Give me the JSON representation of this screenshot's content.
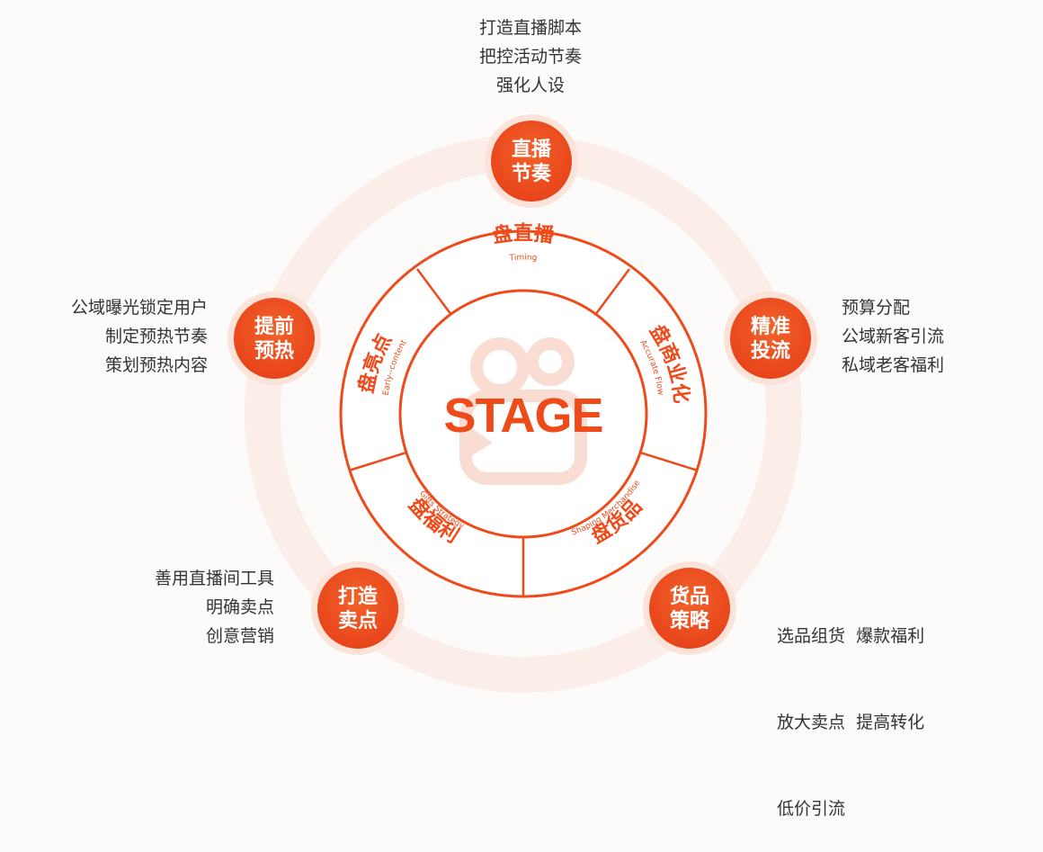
{
  "center": {
    "title": "STAGE"
  },
  "colors": {
    "accent": "#ee4a1a",
    "ring_soft": "#fae8e2",
    "text": "#333333"
  },
  "segments": [
    {
      "cn": "盘直播",
      "en": "Timing"
    },
    {
      "cn": "盘商业化",
      "en": "Accurate Flow"
    },
    {
      "cn": "盘货品",
      "en": "Shaping Merchandise"
    },
    {
      "cn": "盘福利",
      "en": "Gifts Strategy"
    },
    {
      "cn": "盘亮点",
      "en": "Early--content"
    }
  ],
  "nodes": [
    {
      "line1": "直播",
      "line2": "节奏",
      "items": [
        "打造直播脚本",
        "把控活动节奏",
        "强化人设"
      ]
    },
    {
      "line1": "精准",
      "line2": "投流",
      "items": [
        "预算分配",
        "公域新客引流",
        "私域老客福利"
      ]
    },
    {
      "line1": "货品",
      "line2": "策略",
      "items": [
        "选品组货  爆款福利",
        "放大卖点  提高转化",
        "低价引流"
      ]
    },
    {
      "line1": "打造",
      "line2": "卖点",
      "items": [
        "善用直播间工具",
        "明确卖点",
        "创意营销"
      ]
    },
    {
      "line1": "提前",
      "line2": "预热",
      "items": [
        "公域曝光锁定用户",
        "制定预热节奏",
        "策划预热内容"
      ]
    }
  ]
}
